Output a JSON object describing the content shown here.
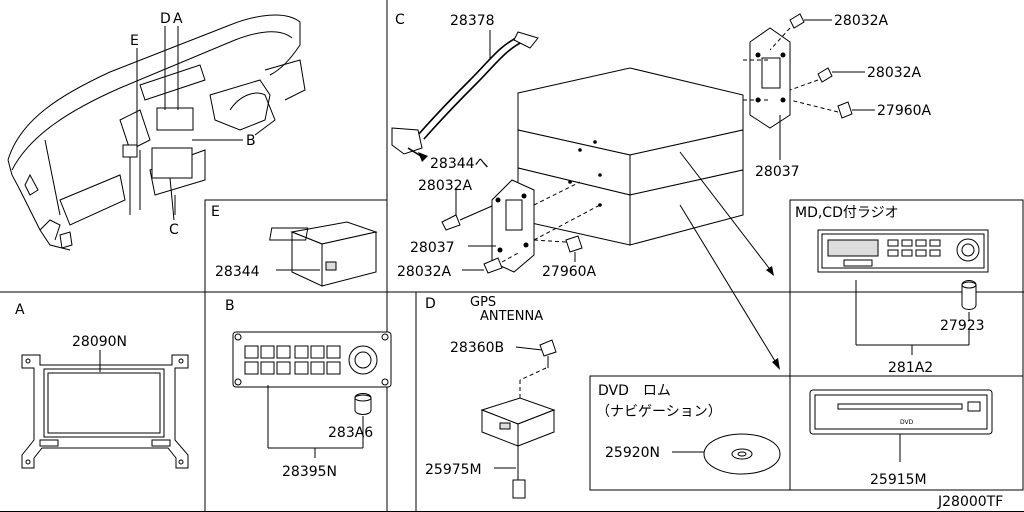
{
  "sections": {
    "overview": {
      "callouts": {
        "d": "D",
        "a": "A",
        "e": "E",
        "b": "B",
        "c": "C"
      }
    },
    "c": {
      "letter": "C",
      "parts": {
        "p28378": "28378",
        "p28032a_1": "28032A",
        "p28032a_2": "28032A",
        "p27960a_1": "27960A",
        "p28344_ref": "28344へ",
        "p28032a_3": "28032A",
        "p28037_1": "28037",
        "p28037_2": "28037",
        "p28032a_4": "28032A",
        "p27960a_2": "27960A"
      }
    },
    "e": {
      "letter": "E",
      "parts": {
        "p28344": "28344"
      }
    },
    "md_cd": {
      "title": "MD,CD付ラジオ",
      "parts": {
        "p27923": "27923",
        "p281a2": "281A2"
      }
    },
    "a": {
      "letter": "A",
      "parts": {
        "p28090n": "28090N"
      }
    },
    "b": {
      "letter": "B",
      "parts": {
        "p283a6": "283A6",
        "p28395n": "28395N"
      }
    },
    "d": {
      "letter": "D",
      "title_line1": "GPS",
      "title_line2": "ANTENNA",
      "parts": {
        "p28360b": "28360B",
        "p25975m": "25975M"
      }
    },
    "dvd": {
      "title_line1": "DVD　ロム",
      "title_line2": "（ナビゲーション）",
      "parts": {
        "p25920n": "25920N",
        "p25915m": "25915M"
      }
    }
  },
  "footer": {
    "code": "J28000TF"
  }
}
